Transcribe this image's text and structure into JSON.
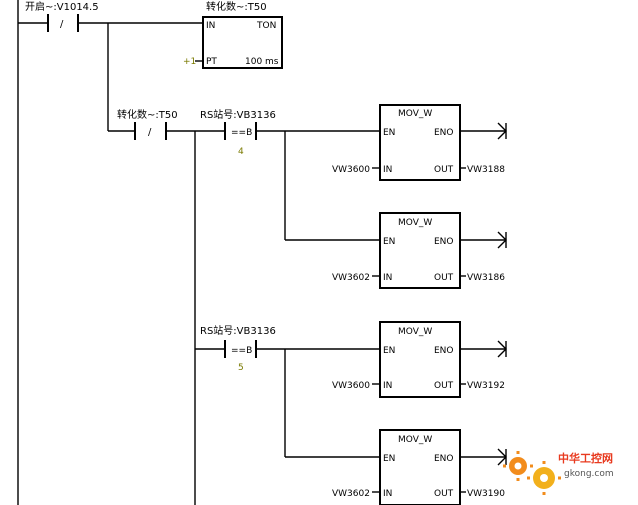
{
  "network": {
    "contact_open": {
      "label": "开启~:V1014.5",
      "symbol": "/"
    },
    "timer": {
      "label": "转化数~:T50",
      "type": "TON",
      "in": "IN",
      "pt": "PT",
      "preset": "+1",
      "resolution": "100 ms"
    },
    "contact_timer": {
      "label": "转化数~:T50",
      "symbol": "/"
    },
    "compare_1": {
      "label": "RS站号:VB3136",
      "op": "==B",
      "value": "4"
    },
    "compare_2": {
      "label": "RS站号:VB3136",
      "op": "==B",
      "value": "5"
    },
    "mov_blocks": [
      {
        "title": "MOV_W",
        "en": "EN",
        "eno": "ENO",
        "in": "IN",
        "out": "OUT",
        "src": "VW3600",
        "dst": "VW3188"
      },
      {
        "title": "MOV_W",
        "en": "EN",
        "eno": "ENO",
        "in": "IN",
        "out": "OUT",
        "src": "VW3602",
        "dst": "VW3186"
      },
      {
        "title": "MOV_W",
        "en": "EN",
        "eno": "ENO",
        "in": "IN",
        "out": "OUT",
        "src": "VW3600",
        "dst": "VW3192"
      },
      {
        "title": "MOV_W",
        "en": "EN",
        "eno": "ENO",
        "in": "IN",
        "out": "OUT",
        "src": "VW3602",
        "dst": "VW3190"
      }
    ]
  },
  "watermark": {
    "name": "中华工控网",
    "url": "gkong.com",
    "accent": "#e83a1f",
    "gear": "#f28c1c"
  },
  "colors": {
    "line": "#000000",
    "background": "#ffffff",
    "preset": "#7a7a00"
  }
}
